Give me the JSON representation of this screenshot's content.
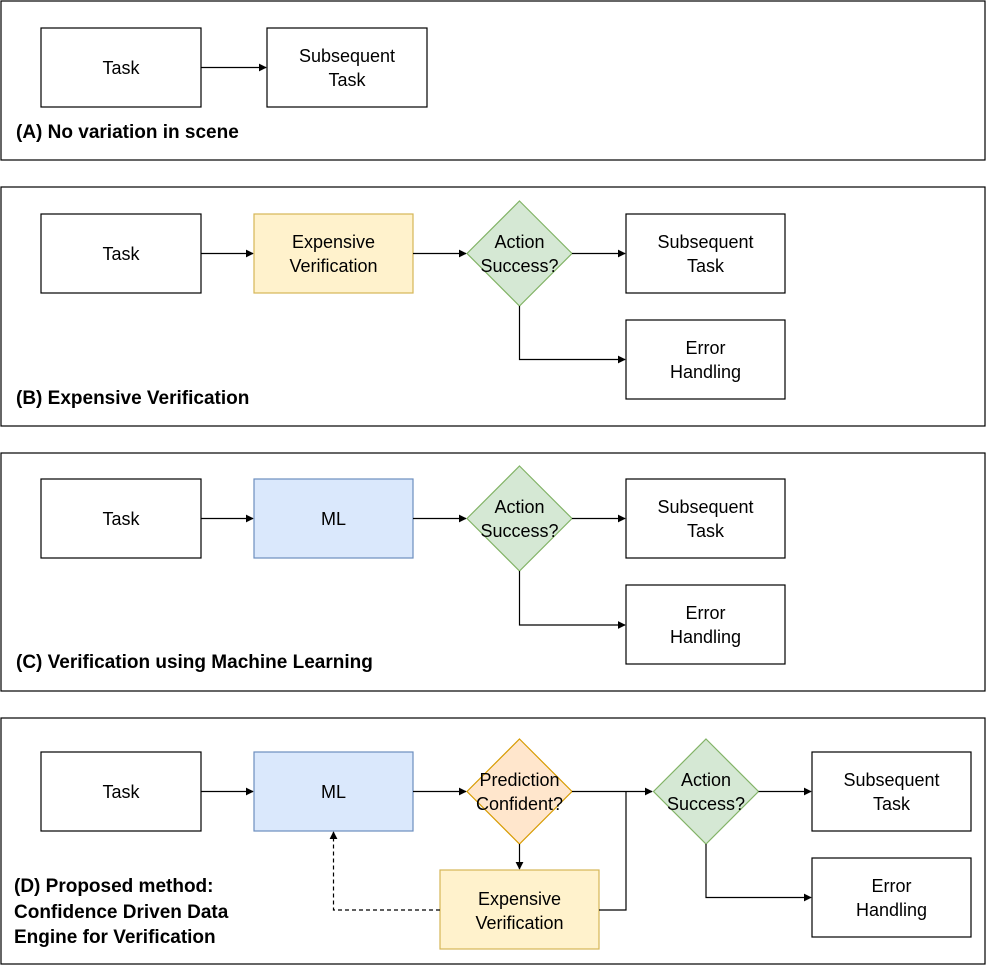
{
  "colors": {
    "stroke": "#000000",
    "background": "#ffffff",
    "expensive_fill": "#fff2cc",
    "expensive_stroke": "#d6b656",
    "ml_fill": "#dae8fc",
    "ml_stroke": "#6c8ebf",
    "decision_fill": "#d5e8d4",
    "decision_stroke": "#82b366",
    "confidence_fill": "#ffe6cc",
    "confidence_stroke": "#d79b00"
  },
  "panels": {
    "a": {
      "caption": "(A) No variation in scene",
      "task": "Task",
      "subsequent": [
        "Subsequent",
        "Task"
      ]
    },
    "b": {
      "caption": "(B) Expensive Verification",
      "task": "Task",
      "verify": [
        "Expensive",
        "Verification"
      ],
      "decision": [
        "Action",
        "Success?"
      ],
      "subsequent": [
        "Subsequent",
        "Task"
      ],
      "error": [
        "Error",
        "Handling"
      ]
    },
    "c": {
      "caption": "(C) Verification using Machine Learning",
      "task": "Task",
      "ml": "ML",
      "decision": [
        "Action",
        "Success?"
      ],
      "subsequent": [
        "Subsequent",
        "Task"
      ],
      "error": [
        "Error",
        "Handling"
      ]
    },
    "d": {
      "caption": [
        "(D) Proposed method:",
        "Confidence Driven Data",
        "Engine for Verification"
      ],
      "task": "Task",
      "ml": "ML",
      "confidence": [
        "Prediction",
        "Confident?"
      ],
      "verify": [
        "Expensive",
        "Verification"
      ],
      "decision": [
        "Action",
        "Success?"
      ],
      "subsequent": [
        "Subsequent",
        "Task"
      ],
      "error": [
        "Error",
        "Handling"
      ]
    }
  }
}
